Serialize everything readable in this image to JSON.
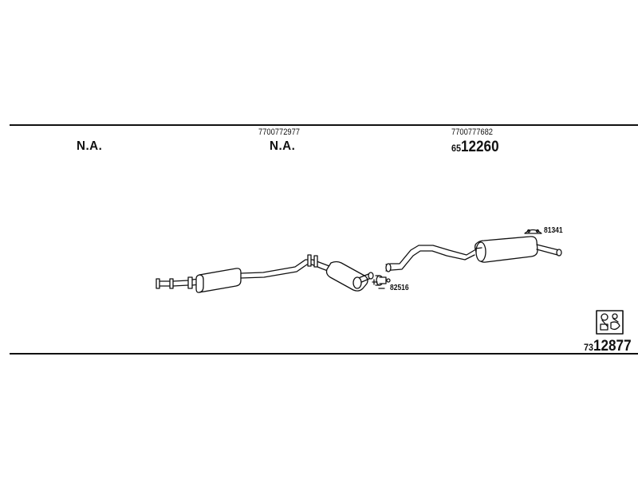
{
  "positions": [
    {
      "na": "N.A."
    },
    {
      "oe": "7700772977",
      "na": "N.A."
    },
    {
      "oe": "7700777682",
      "part_prefix": "65",
      "part_number": "12260"
    }
  ],
  "fittings": {
    "clamp_a": "82516",
    "hanger_a": "81341"
  },
  "kit": {
    "prefix": "73",
    "number": "12877",
    "icon": "fitting-kit-icon"
  }
}
